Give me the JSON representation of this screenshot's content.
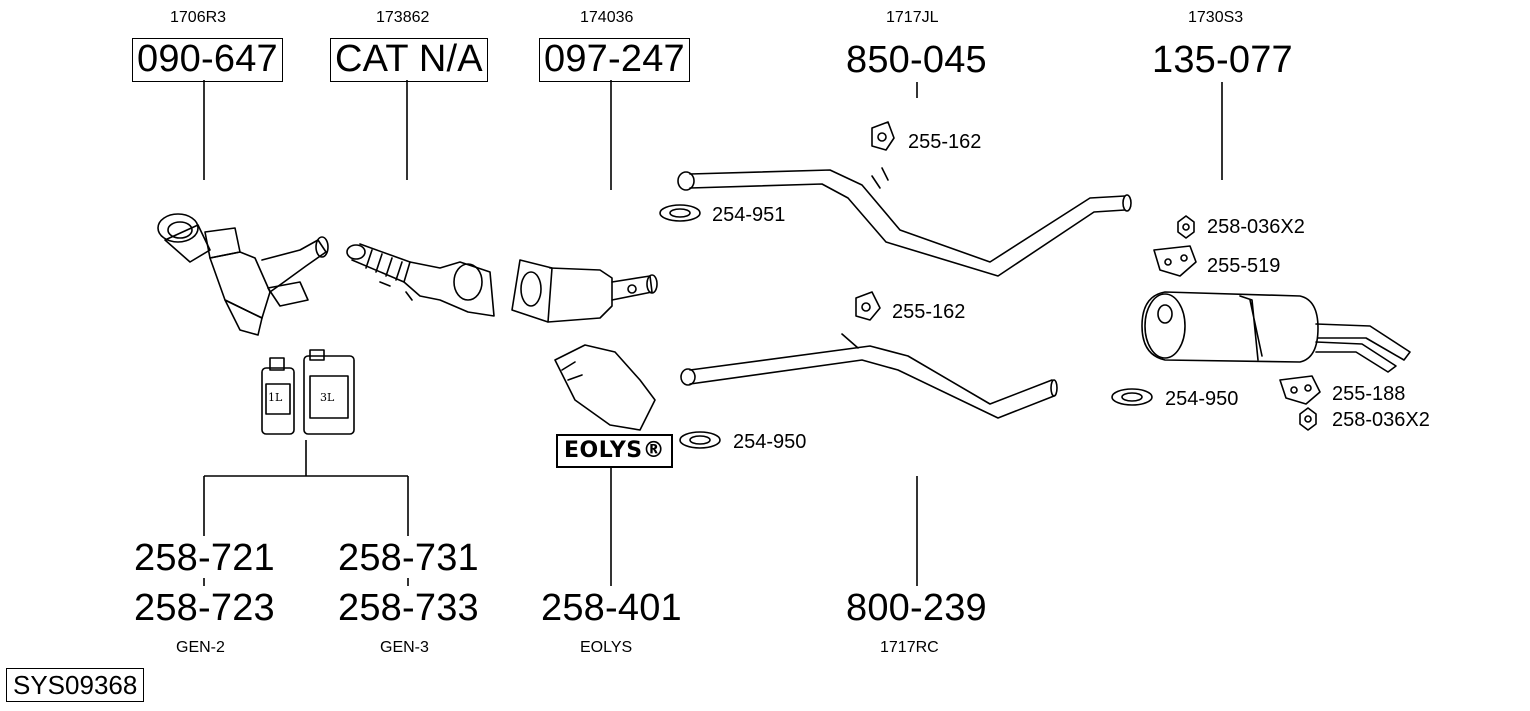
{
  "system_id": "SYS09368",
  "columns": [
    {
      "ref_top": "1706R3",
      "part_top": "090-647",
      "boxed": true
    },
    {
      "ref_top": "173862",
      "part_top": "CAT N/A",
      "boxed": true
    },
    {
      "ref_top": "174036",
      "part_top": "097-247",
      "boxed": true
    },
    {
      "ref_top": "1717JL",
      "part_top": "850-045",
      "boxed": false
    },
    {
      "ref_top": "1730S3",
      "part_top": "135-077",
      "boxed": false
    }
  ],
  "bottom": [
    {
      "part_a": "258-721",
      "part_b": "258-723",
      "ref": "GEN-2"
    },
    {
      "part_a": "258-731",
      "part_b": "258-733",
      "ref": "GEN-3"
    },
    {
      "part": "258-401",
      "ref": "EOLYS"
    },
    {
      "part": "800-239",
      "ref": "1717RC"
    }
  ],
  "eolys_logo": "EOLYS®",
  "fluid_labels": {
    "small": "1L",
    "large": "3L"
  },
  "fittings": [
    {
      "code": "255-162"
    },
    {
      "code": "254-951"
    },
    {
      "code": "255-162"
    },
    {
      "code": "254-950"
    },
    {
      "code": "258-036X2"
    },
    {
      "code": "255-519"
    },
    {
      "code": "254-950"
    },
    {
      "code": "255-188"
    },
    {
      "code": "258-036X2"
    }
  ]
}
